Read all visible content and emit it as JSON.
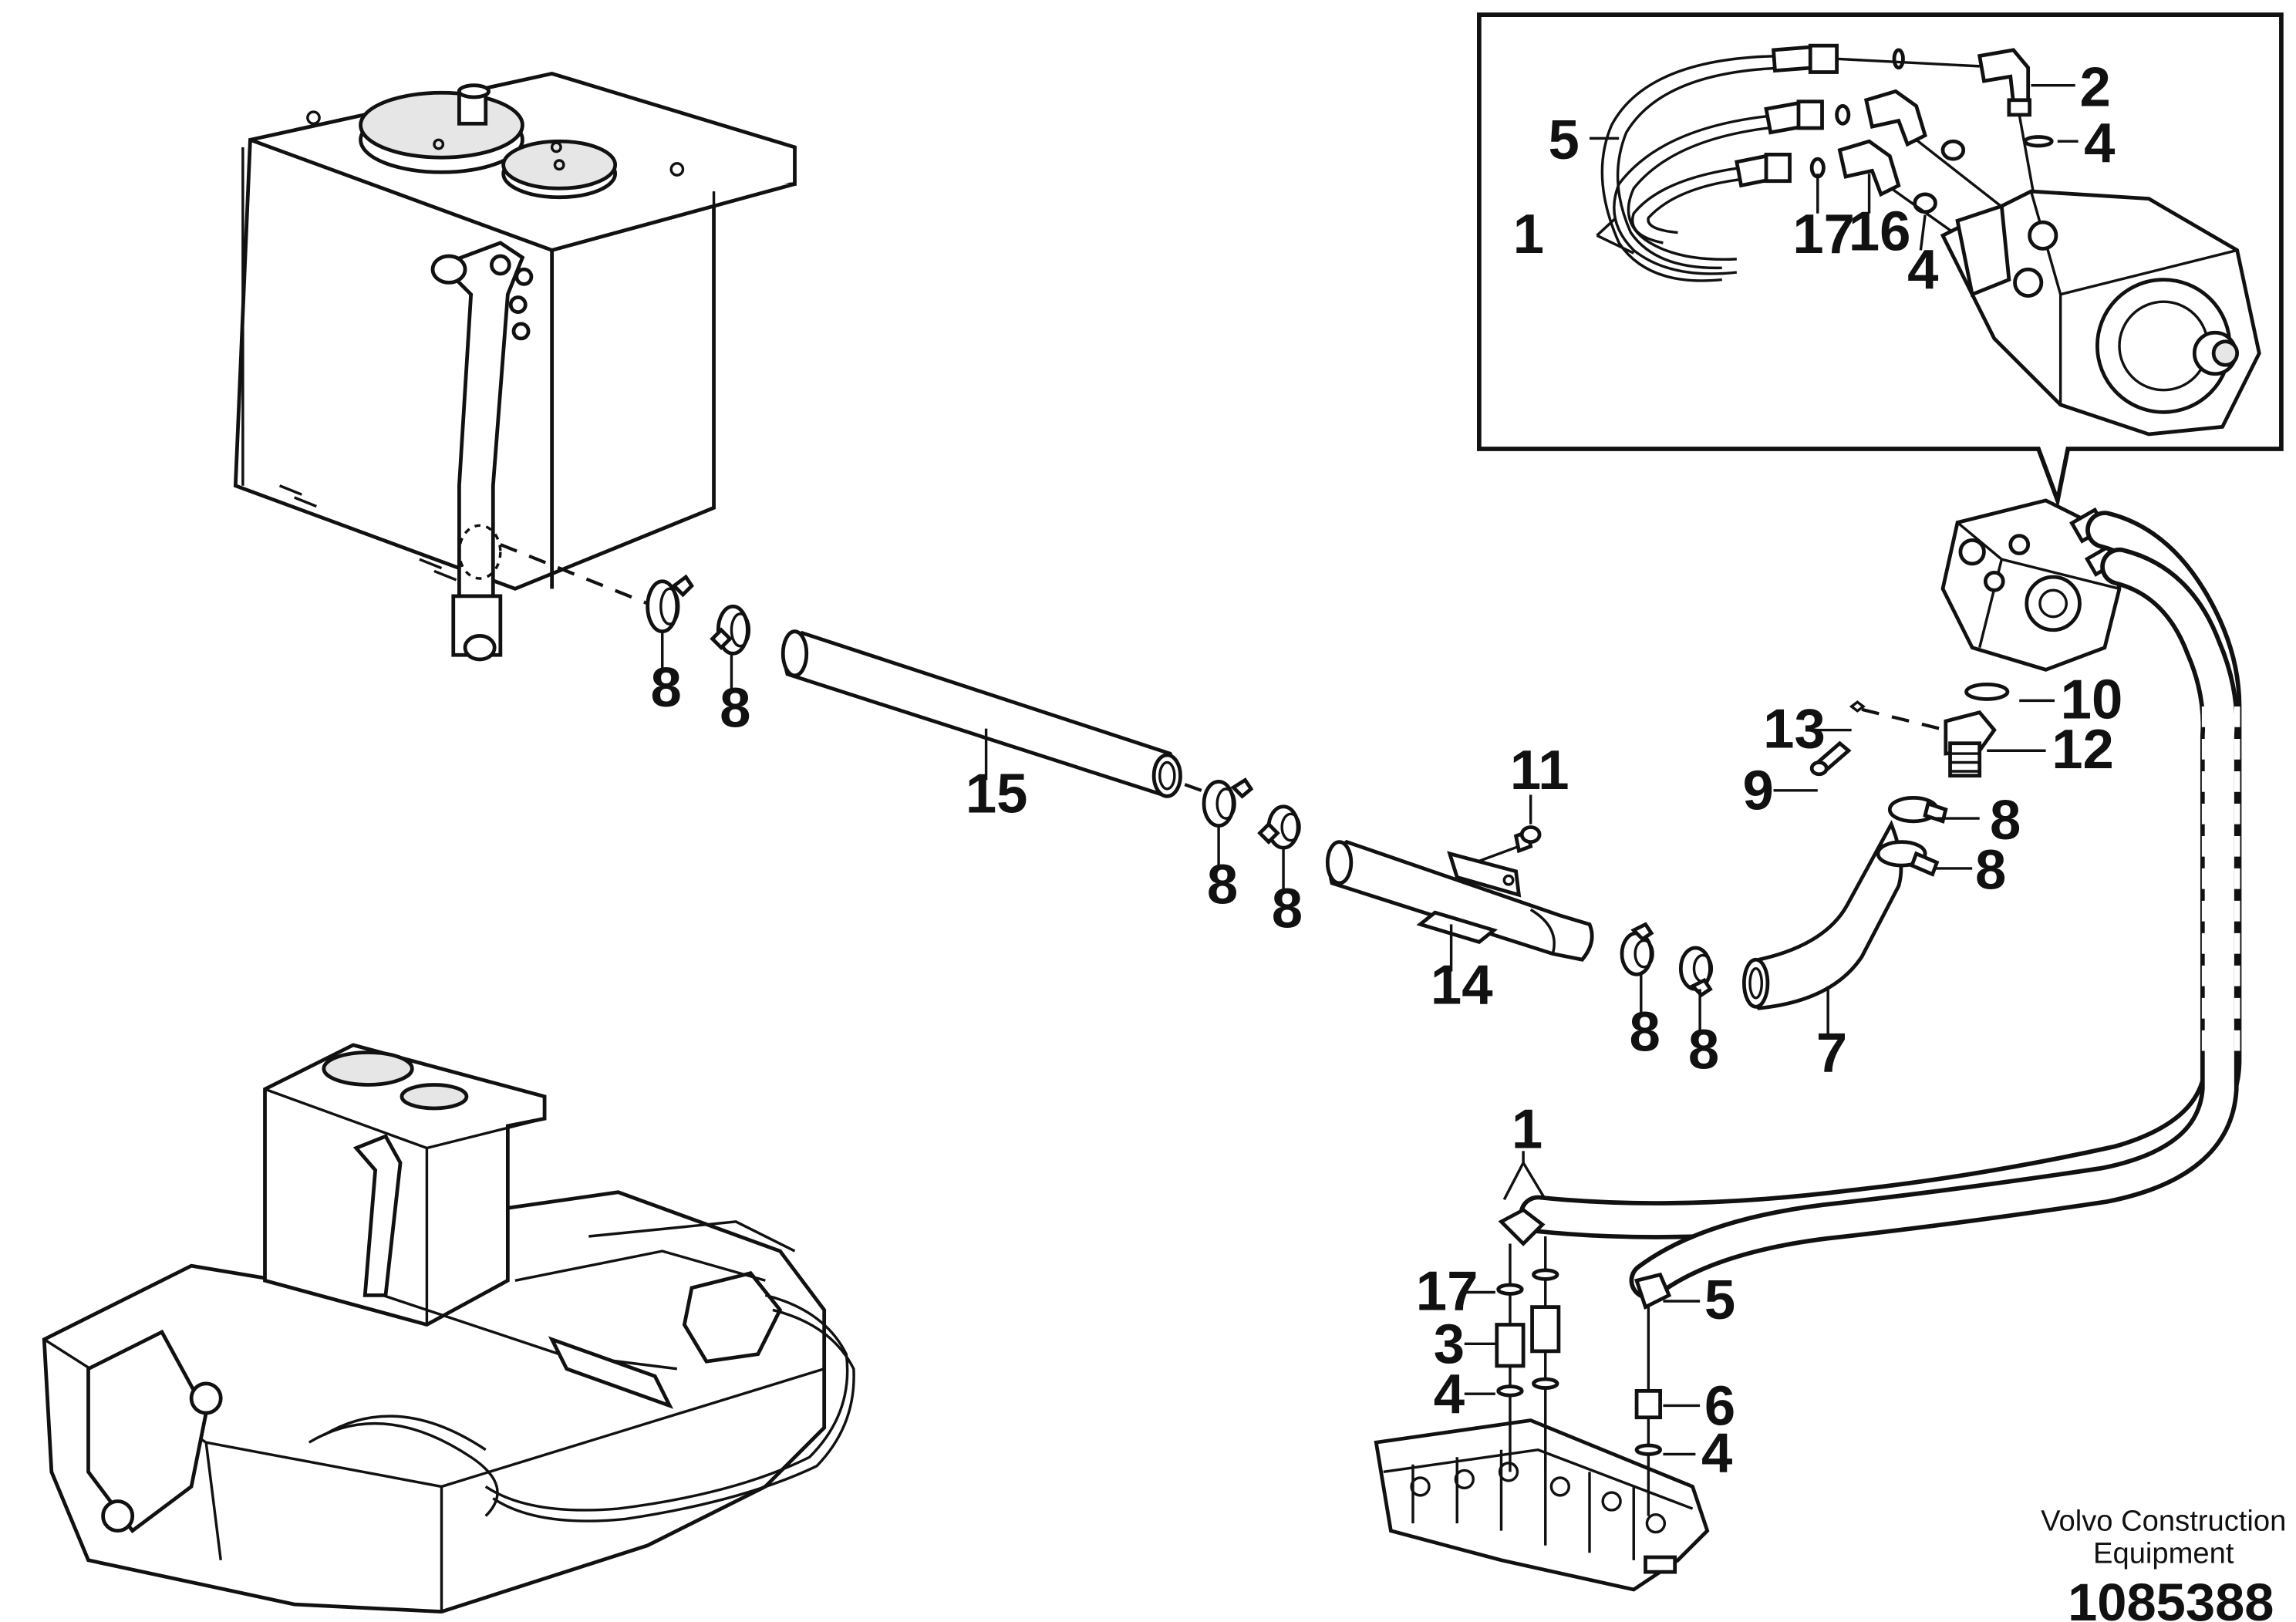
{
  "callouts": [
    {
      "id": "c1a",
      "text": "1"
    },
    {
      "id": "c2",
      "text": "2"
    },
    {
      "id": "c4a",
      "text": "4"
    },
    {
      "id": "c5a",
      "text": "5"
    },
    {
      "id": "c17a",
      "text": "17"
    },
    {
      "id": "c16",
      "text": "16"
    },
    {
      "id": "c4b",
      "text": "4"
    },
    {
      "id": "c8a",
      "text": "8"
    },
    {
      "id": "c8b",
      "text": "8"
    },
    {
      "id": "c15",
      "text": "15"
    },
    {
      "id": "c8c",
      "text": "8"
    },
    {
      "id": "c8d",
      "text": "8"
    },
    {
      "id": "c11",
      "text": "11"
    },
    {
      "id": "c14",
      "text": "14"
    },
    {
      "id": "c8e",
      "text": "8"
    },
    {
      "id": "c8f",
      "text": "8"
    },
    {
      "id": "c7",
      "text": "7"
    },
    {
      "id": "c10",
      "text": "10"
    },
    {
      "id": "c13",
      "text": "13"
    },
    {
      "id": "c12",
      "text": "12"
    },
    {
      "id": "c9",
      "text": "9"
    },
    {
      "id": "c8g",
      "text": "8"
    },
    {
      "id": "c8h",
      "text": "8"
    },
    {
      "id": "c1b",
      "text": "1"
    },
    {
      "id": "c17b",
      "text": "17"
    },
    {
      "id": "c5b",
      "text": "5"
    },
    {
      "id": "c3",
      "text": "3"
    },
    {
      "id": "c4c",
      "text": "4"
    },
    {
      "id": "c6",
      "text": "6"
    },
    {
      "id": "c4d",
      "text": "4"
    }
  ],
  "credit_line1": "Volvo Construction",
  "credit_line2": "Equipment",
  "document_number": "1085388"
}
